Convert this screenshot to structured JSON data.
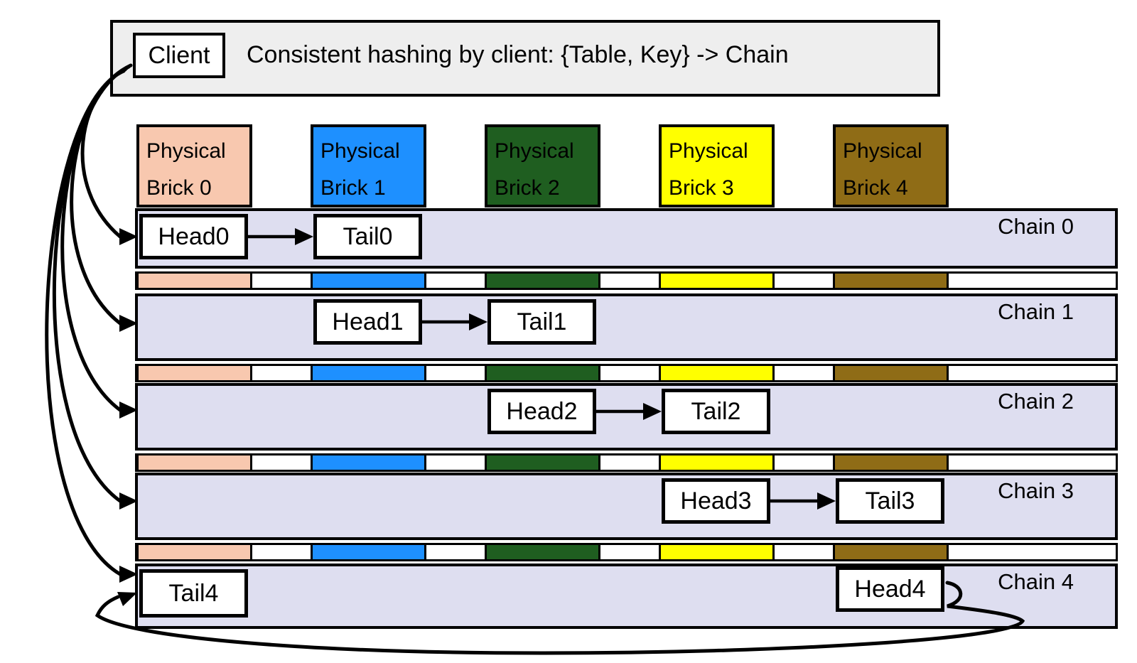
{
  "panel": {
    "client_label": "Client",
    "title": "Consistent hashing by client: {Table, Key} -> Chain"
  },
  "bricks": [
    {
      "line1": "Physical",
      "line2": "Brick 0",
      "color": "#F8C8AF"
    },
    {
      "line1": "Physical",
      "line2": "Brick 1",
      "color": "#1E90FF"
    },
    {
      "line1": "Physical",
      "line2": "Brick 2",
      "color": "#1F5E20"
    },
    {
      "line1": "Physical",
      "line2": "Brick 3",
      "color": "#FFFF00"
    },
    {
      "line1": "Physical",
      "line2": "Brick 4",
      "color": "#8F6C16"
    }
  ],
  "chains": [
    {
      "label": "Chain 0",
      "head": "Head0",
      "tail": "Tail0"
    },
    {
      "label": "Chain 1",
      "head": "Head1",
      "tail": "Tail1"
    },
    {
      "label": "Chain 2",
      "head": "Head2",
      "tail": "Tail2"
    },
    {
      "label": "Chain 3",
      "head": "Head3",
      "tail": "Tail3"
    },
    {
      "label": "Chain 4",
      "head": "Head4",
      "tail": "Tail4"
    }
  ],
  "colors": {
    "chain_row_bg": "#DEDEF0",
    "panel_bg": "#EEEEEE",
    "box_bg": "#FFFFFF",
    "border": "#000000",
    "arrow": "#000000"
  }
}
